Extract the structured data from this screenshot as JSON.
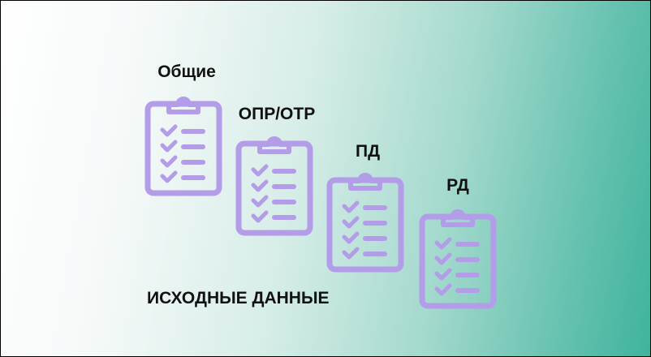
{
  "colors": {
    "icon": "#b39ce8",
    "gradient_end": "#3fb39e"
  },
  "items": [
    {
      "label": "Общие",
      "icon": "clipboard-checklist-icon"
    },
    {
      "label": "ОПР/ОТР",
      "icon": "clipboard-checklist-icon"
    },
    {
      "label": "ПД",
      "icon": "clipboard-checklist-icon"
    },
    {
      "label": "РД",
      "icon": "clipboard-checklist-icon"
    }
  ],
  "caption": "ИСХОДНЫЕ ДАННЫЕ"
}
